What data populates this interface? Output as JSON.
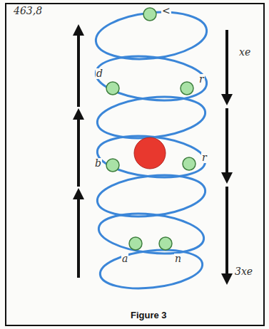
{
  "diagram": {
    "caption": "Figure 3",
    "labels": [
      "463,8",
      "<",
      "d",
      "r",
      "b",
      "r",
      "a",
      "n",
      "xe",
      "3xe"
    ]
  }
}
